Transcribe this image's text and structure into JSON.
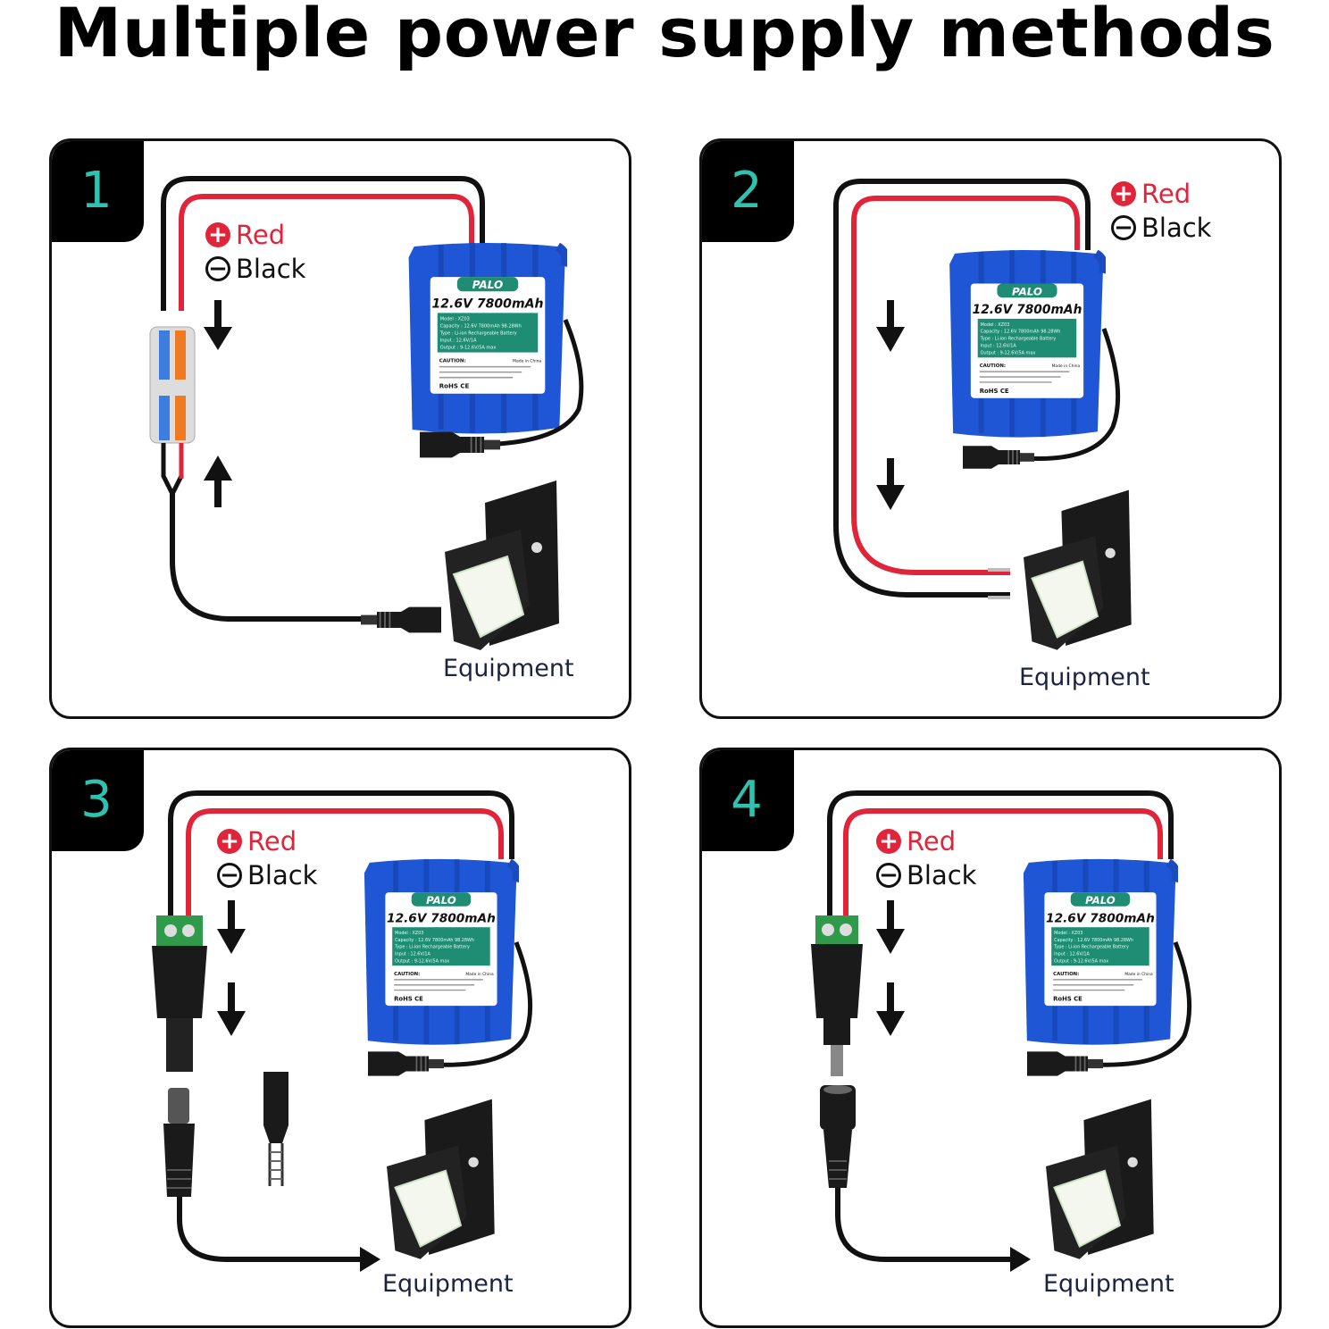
{
  "title": "Multiple power supply methods",
  "legend": {
    "red": "Red",
    "black": "Black"
  },
  "equipment_label": "Equipment",
  "battery": {
    "brand": "PALO",
    "spec": "12.6V 7800mAh",
    "rows": [
      "Model : XZ03",
      "Capacity : 12.6V 7800mAh 98.28Wh",
      "Type : Li-ion Rechargeable Battery",
      "Input : 12.6V/1A",
      "Output : 9-12.6V/5A max"
    ],
    "caution": "CAUTION:",
    "made_in": "Made in China",
    "marks": "RoHS CE"
  },
  "panels": [
    {
      "number": "1",
      "method": "wire-connector"
    },
    {
      "number": "2",
      "method": "direct-wire"
    },
    {
      "number": "3",
      "method": "terminal-adapter-male"
    },
    {
      "number": "4",
      "method": "terminal-adapter-female"
    }
  ],
  "colors": {
    "red_wire": "#e0243a",
    "black_wire": "#111111",
    "battery_blue": "#1f56d6",
    "label_teal": "#1f8c74",
    "number_teal": "#2fc2b0"
  }
}
